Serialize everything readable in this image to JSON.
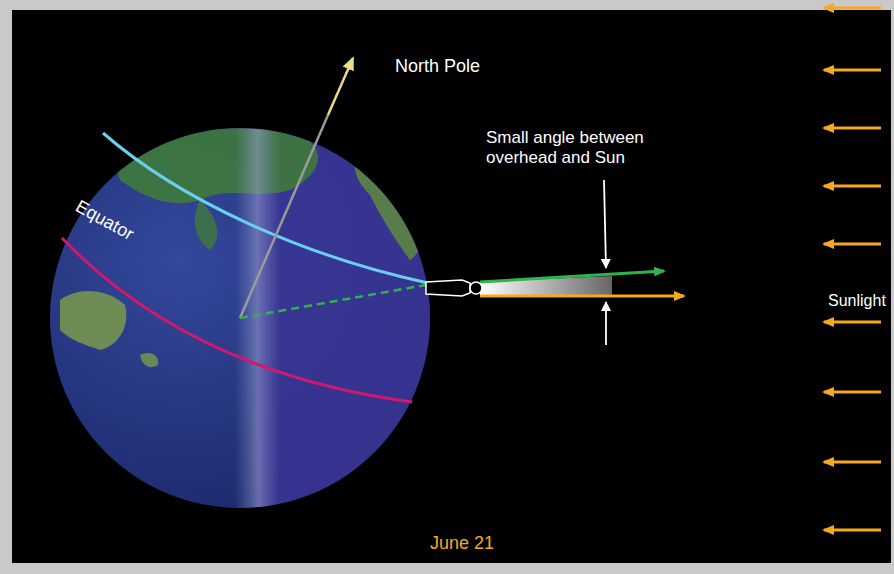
{
  "diagram": {
    "labels": [
      "North Pole",
      "Small angle between overhead and Sun",
      "Sunlight",
      "Equator",
      "June 21"
    ]
  }
}
